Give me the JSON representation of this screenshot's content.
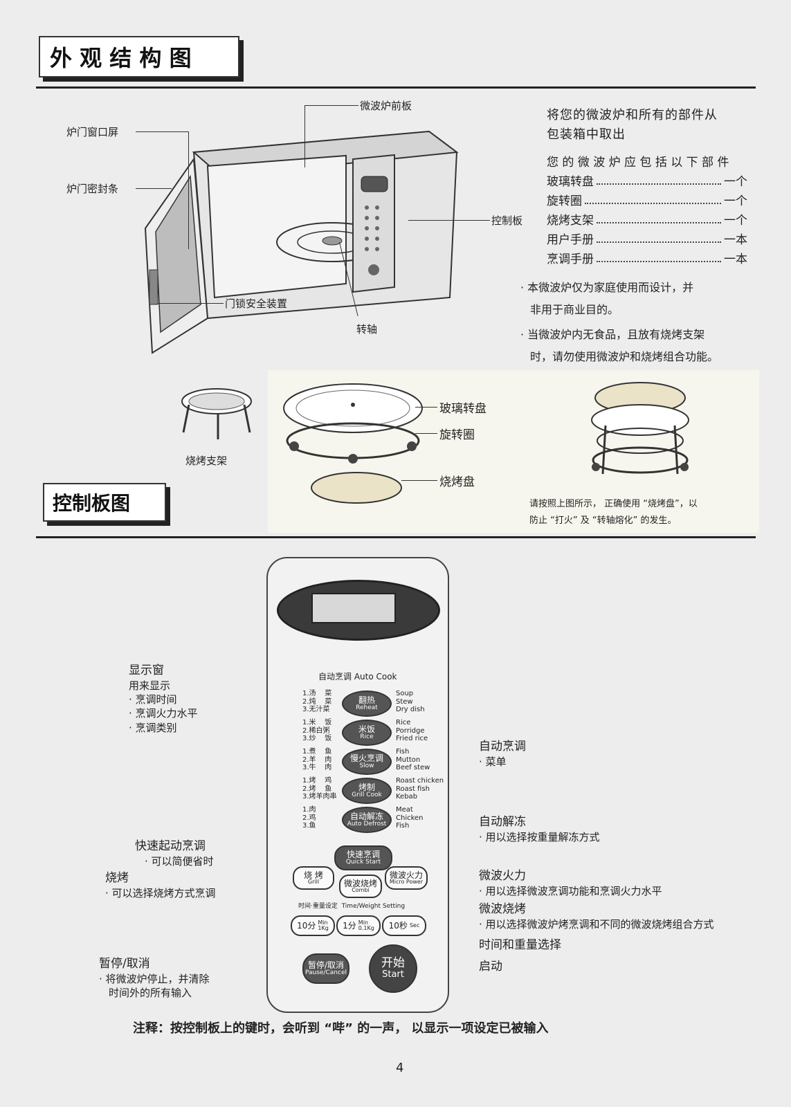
{
  "section1": {
    "title": "外 观 结 构 图"
  },
  "section2": {
    "title": "控制板图"
  },
  "microwave_labels": {
    "front_panel": "微波炉前板",
    "door_window": "炉门窗口屏",
    "door_seal": "炉门密封条",
    "control_panel": "控制板",
    "door_lock": "门锁安全装置",
    "shaft": "转轴"
  },
  "accessories": {
    "intro_line1": "将您的微波炉和所有的部件从",
    "intro_line2": "包装箱中取出",
    "include": "您 的 微 波 炉 应 包 括 以 下 部 件",
    "items": [
      {
        "name": "玻璃转盘",
        "qty": "一个"
      },
      {
        "name": "旋转圈",
        "qty": "一个"
      },
      {
        "name": "烧烤支架",
        "qty": "一个"
      },
      {
        "name": "用户手册",
        "qty": "一本"
      },
      {
        "name": "烹调手册",
        "qty": "一本"
      }
    ],
    "note1_line1": "· 本微波炉仅为家庭使用而设计，并",
    "note1_line2": "非用于商业目的。",
    "note2_line1": "· 当微波炉内无食品，且放有烧烤支架",
    "note2_line2": "时，请勿使用微波炉和烧烤组合功能。"
  },
  "parts": {
    "grill_rack": "烧烤支架",
    "glass_tray": "玻璃转盘",
    "roller_ring": "旋转圈",
    "grill_plate": "烧烤盘",
    "caution_line1": "请按照上图所示， 正确使用 “烧烤盘”，以",
    "caution_line2": "防止 “打火” 及 “转轴熔化” 的发生。"
  },
  "panel": {
    "auto_cook_header": "自动烹调 Auto Cook",
    "rows": [
      {
        "left": "1.汤    菜\n2.炖    菜\n3.无汁菜",
        "zh": "翻热",
        "en": "Reheat",
        "right": "Soup\nStew\nDry dish"
      },
      {
        "left": "1.米    饭\n2.稀白粥\n3.炒    饭",
        "zh": "米饭",
        "en": "Rice",
        "right": "Rice\nPorridge\nFried rice"
      },
      {
        "left": "1.煮    鱼\n2.羊    肉\n3.牛    肉",
        "zh": "慢火烹调",
        "en": "Slow",
        "right": "Fish\nMutton\nBeef stew"
      },
      {
        "left": "1.烤    鸡\n2.烤    鱼\n3.烤羊肉串",
        "zh": "烤制",
        "en": "Grill Cook",
        "right": "Roast chicken\nRoast fish\nKebab"
      },
      {
        "left": "1.肉\n2.鸡\n3.鱼",
        "zh": "自动解冻",
        "en": "Auto Defrost",
        "right": "Meat\nChicken\nFish"
      }
    ],
    "quick_start": {
      "zh": "快速烹调",
      "en": "Quick Start"
    },
    "grill": {
      "zh": "烧 烤",
      "en": "Grill"
    },
    "micro_power": {
      "zh": "微波火力",
      "en": "Micro Power"
    },
    "combi": {
      "zh": "微波烧烤",
      "en": "Combi"
    },
    "time_weight_header": "时间·重量设定  Time/Weight Setting",
    "time_buttons": [
      {
        "zh": "10分",
        "en": "Min",
        "sub": "1Kg"
      },
      {
        "zh": "1分",
        "en": "Min",
        "sub": "0.1Kg"
      },
      {
        "zh": "10秒",
        "en": "Sec",
        "sub": ""
      }
    ],
    "pause": {
      "zh": "暂停/取消",
      "en": "Pause/Cancel"
    },
    "start": {
      "zh": "开始",
      "en": "Start"
    }
  },
  "annotations": {
    "display_title": "显示窗",
    "display_desc": [
      "用来显示",
      "· 烹调时间",
      "· 烹调火力水平",
      "· 烹调类别"
    ],
    "auto_cook_title": "自动烹调",
    "auto_cook_desc": "· 菜单",
    "auto_defrost_title": "自动解冻",
    "auto_defrost_desc": "· 用以选择按重量解冻方式",
    "quick_title": "快速起动烹调",
    "quick_desc": "· 可以简便省时",
    "grill_title": "烧烤",
    "grill_desc": "· 可以选择烧烤方式烹调",
    "micro_title": "微波火力",
    "micro_desc": "· 用以选择微波烹调功能和烹调火力水平",
    "combi_title": "微波烧烤",
    "combi_desc": "· 用以选择微波炉烤烹调和不同的微波烧烤组合方式",
    "time_title": "时间和重量选择",
    "start_title": "启动",
    "pause_title": "暂停/取消",
    "pause_desc": [
      "· 将微波炉停止，并清除",
      "时间外的所有输入"
    ]
  },
  "footer": {
    "note": "注释：按控制板上的键时，会听到 “哔” 的一声， 以显示一项设定已被输入",
    "page_number": "4"
  }
}
